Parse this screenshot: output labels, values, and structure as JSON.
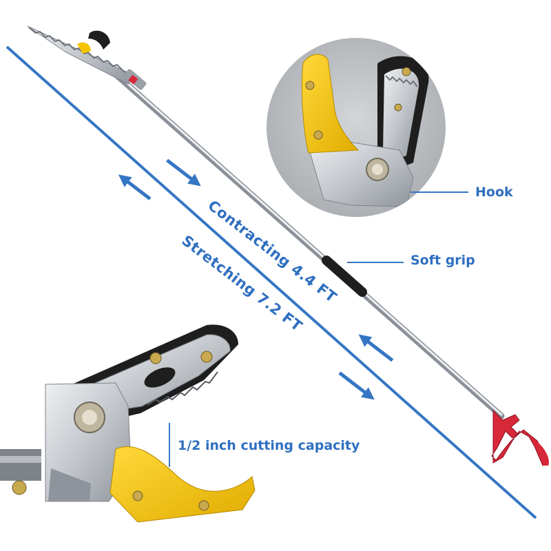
{
  "labels": {
    "hook": "Hook",
    "soft_grip": "Soft grip",
    "contracting": "Contracting 4.4 FT",
    "stretching": "Stretching 7.2 FT",
    "cutting_capacity": "1/2 inch cutting capacity"
  },
  "colors": {
    "accent_blue": "#3576c4",
    "label_blue": "#2f6fc0",
    "handle_yellow": "#f5c400",
    "hook_red": "#d7283a",
    "steel": "#c9ccd1",
    "inset_bg": "#b9bcc0",
    "grip_black": "#1e1e1e"
  },
  "icons": [
    "direction-arrow-icon",
    "screw-icon"
  ]
}
